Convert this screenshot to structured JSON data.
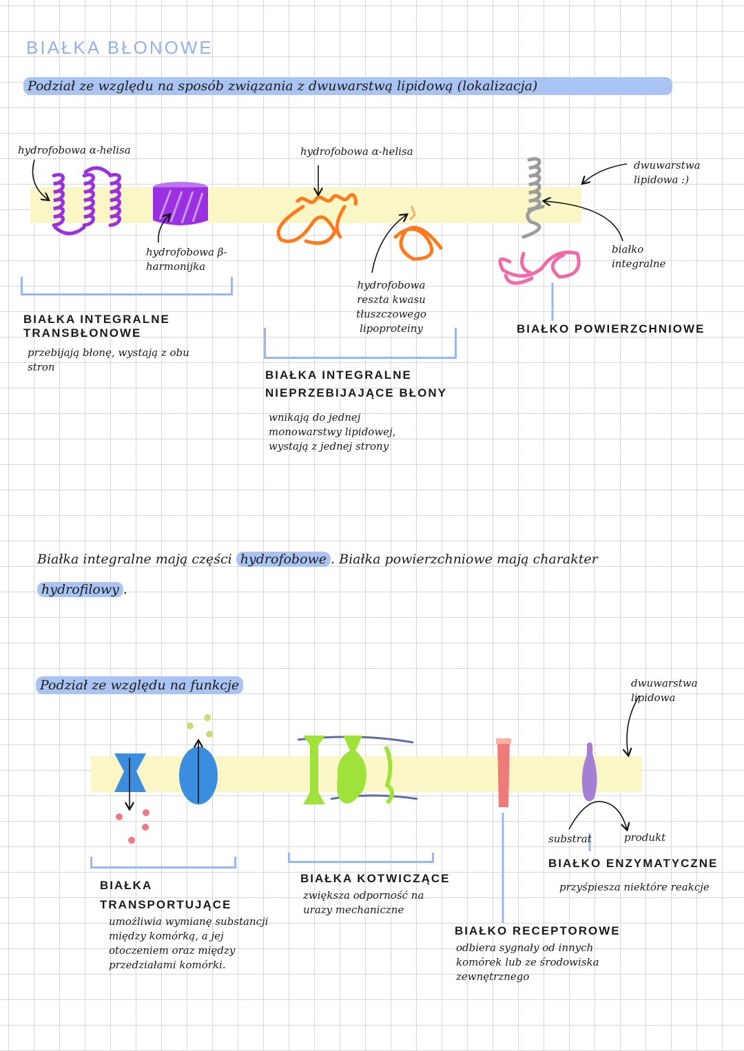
{
  "title": "BIAŁKA BŁONOWE",
  "section1": {
    "heading": "Podział ze względu na sposób związania z dwuwarstwą lipidową (lokalizacja)",
    "labels": {
      "helix1": "hydrofobowa α-helisa",
      "beta": "hydrofobowa β-harmonijka",
      "helix2": "hydrofobowa α-helisa",
      "fatty": "hydrofobowa reszta kwasu tłuszczowego lipoproteiny",
      "bilayer": "dwuwarstwa lipidowa :)",
      "integral": "białko integralne"
    },
    "groups": [
      {
        "title": "BIAŁKA INTEGRALNE TRANSBŁONOWE",
        "desc": "przebijają błonę, wystają z obu stron"
      },
      {
        "title": "BIAŁKA INTEGRALNE NIEPRZEBIJAJĄCE BŁONY",
        "desc": "wnikają do jednej monowarstwy lipidowej, wystają z jednej strony"
      },
      {
        "title": "BIAŁKO POWIERZCHNIOWE",
        "desc": ""
      }
    ]
  },
  "middle_note": {
    "part1": "Białka integralne mają części",
    "hl1": "hydrofobowe",
    "part2": ". Białka powierzchniowe mają charakter",
    "hl2": "hydrofilowy",
    "part3": "."
  },
  "section2": {
    "heading": "Podział ze względu na funkcje",
    "bilayer_label": "dwuwarstwa lipidowa",
    "groups": [
      {
        "title": "BIAŁKA TRANSPORTUJĄCE",
        "desc": "umożliwia wymianę substancji między komórką, a jej otoczeniem oraz między przedziałami komórki."
      },
      {
        "title": "BIAŁKA KOTWICZĄCE",
        "desc": "zwiększa odporność na urazy mechaniczne"
      },
      {
        "title": "BIAŁKO RECEPTOROWE",
        "desc": "odbiera sygnały od innych komórek lub ze środowiska zewnętrznego"
      },
      {
        "title": "BIAŁKO ENZYMATYCZNE",
        "desc": "przyśpiesza niektóre reakcje"
      }
    ],
    "substrate": "substrat",
    "product": "produkt"
  },
  "colors": {
    "highlight": "#a9c4f2",
    "band": "#fbf6c5",
    "purple": "#9b30e0",
    "orange": "#ff7a1a",
    "pink": "#f06aa8",
    "blue": "#3b8de0",
    "green": "#9fe33a",
    "red": "#f07a7a",
    "violet": "#a57fd6"
  }
}
